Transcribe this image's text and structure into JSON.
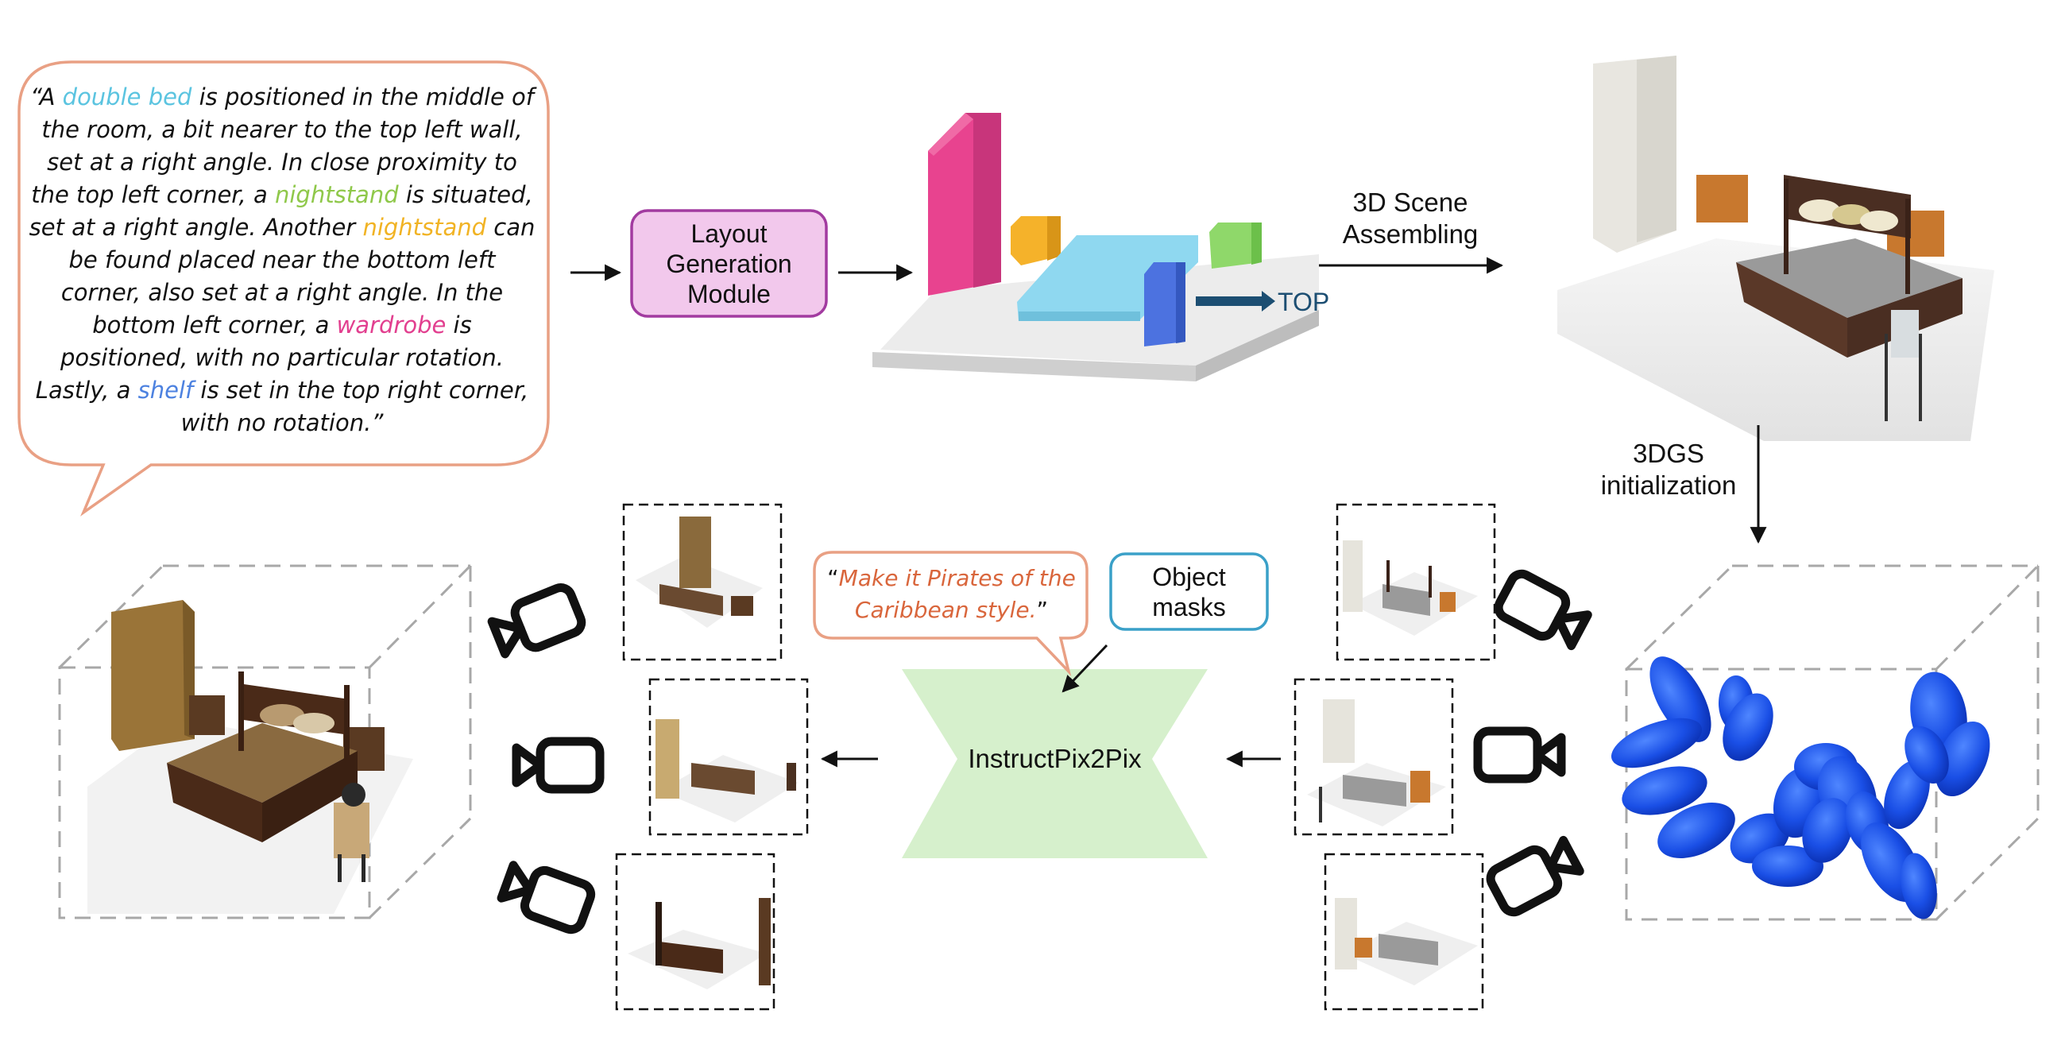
{
  "prompt": {
    "open_quote": "“A ",
    "double_bed": "double bed",
    "part1": " is positioned in the middle of the room, a bit nearer to the top left wall, set at a right angle. In close proximity to the top left corner, a ",
    "nightstand1": "nightstand",
    "part2": " is situated, set at a right angle. Another ",
    "nightstand2": "nightstand",
    "part3": " can be found placed near the bottom left corner, also set at a right angle. In the bottom left corner, a ",
    "wardrobe": "wardrobe",
    "part4": " is positioned, with no particular rotation. Lastly, a ",
    "shelf": "shelf",
    "part5": " is set in the top right corner, with no rotation.”"
  },
  "layout_module": {
    "label": "Layout Generation Module"
  },
  "layout_top_label": "TOP",
  "scene_assembling": {
    "line1": "3D Scene",
    "line2": "Assembling"
  },
  "init_3dgs": {
    "line1": "3DGS",
    "line2": "initialization"
  },
  "edit_instruction": {
    "open_quote": "“",
    "text": "Make it Pirates of the Caribbean style.",
    "close_quote": "”"
  },
  "object_masks": {
    "label": "Object masks"
  },
  "editor": {
    "label": "InstructPix2Pix"
  },
  "colors": {
    "bed": "#8fd8f0",
    "nightstand_1": "#8fd86a",
    "nightstand_2": "#f5b22a",
    "wardrobe": "#e8438f",
    "shelf": "#4c72e0",
    "layout_box_fill": "#f2c8ec",
    "layout_box_border": "#a23ba0",
    "speech_border": "#e9a084",
    "masks_border": "#3aa0c8",
    "editor_fill": "#d6f0cc",
    "gaussian_blue": "#1550e8"
  },
  "icons": [
    "camera-icon",
    "gaussian-ellipsoid-icon",
    "bedroom-render-icon"
  ]
}
